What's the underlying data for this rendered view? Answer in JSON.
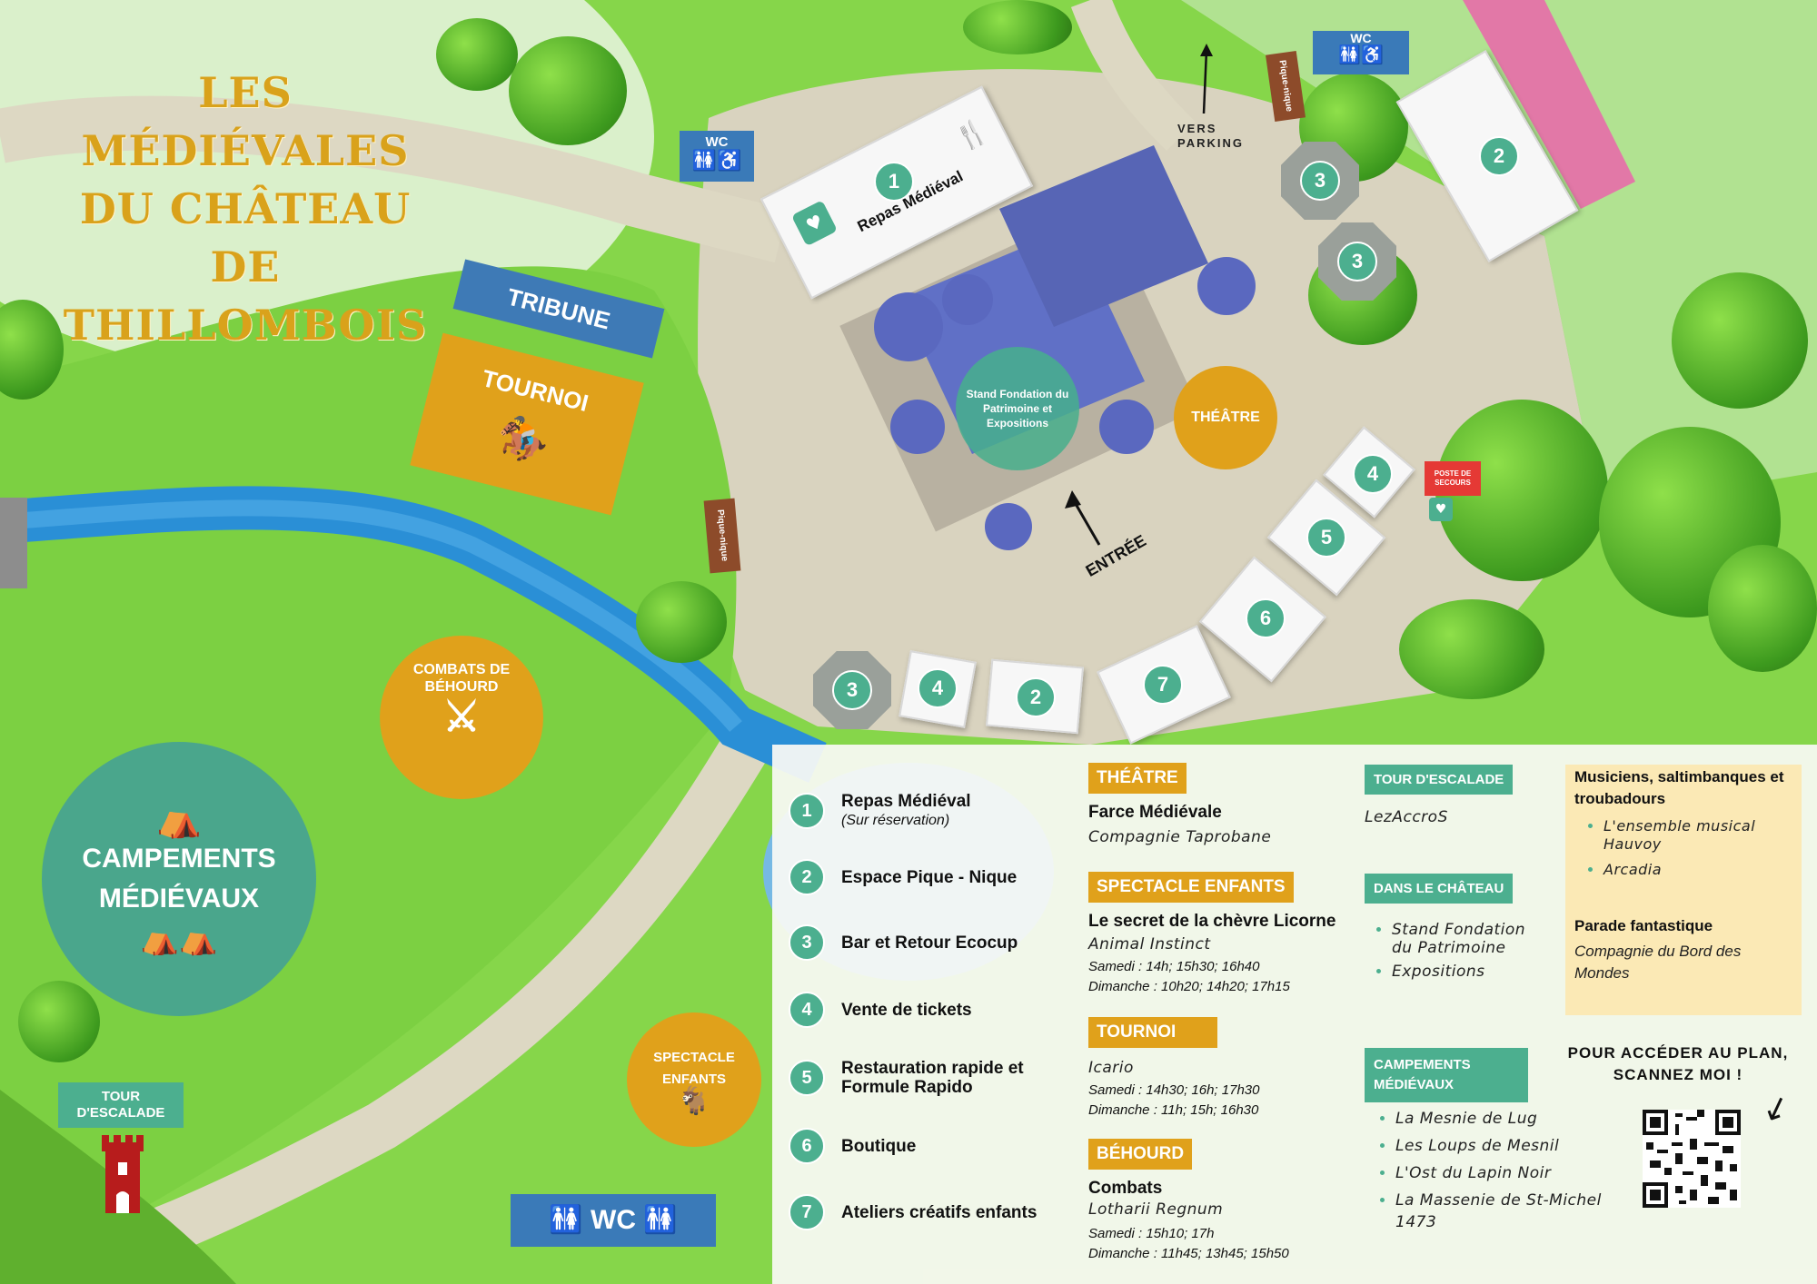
{
  "title": {
    "line1": "LES MÉDIÉVALES",
    "line2": "DU CHÂTEAU",
    "line3": "DE THILLOMBOIS"
  },
  "map_labels": {
    "tribune": "TRIBUNE",
    "tournoi": "TOURNOI",
    "vers_parking": "VERS\nPARKING",
    "wc": "WC",
    "pique_nique": "Pique-nique",
    "repas_medieval": "Repas Médiéval",
    "stand_fondation": "Stand Fondation du Patrimoine et Expositions",
    "theatre": "THÉÂTRE",
    "entree": "ENTRÉE",
    "poste_secours": "POSTE DE SECOURS",
    "combats_behourd": "COMBATS DE BÉHOURD",
    "campements": "CAMPEMENTS MÉDIÉVAUX",
    "spectacle_enfants": "SPECTACLE ENFANTS",
    "tour_escalade": "TOUR D'ESCALADE"
  },
  "map_numbers": [
    "1",
    "2",
    "3",
    "3",
    "3",
    "4",
    "4",
    "5",
    "6",
    "7",
    "2"
  ],
  "legend": {
    "items": [
      {
        "num": "1",
        "label": "Repas Médiéval",
        "sub": "(Sur réservation)"
      },
      {
        "num": "2",
        "label": "Espace Pique - Nique",
        "sub": ""
      },
      {
        "num": "3",
        "label": "Bar et Retour Ecocup",
        "sub": ""
      },
      {
        "num": "4",
        "label": "Vente de tickets",
        "sub": ""
      },
      {
        "num": "5",
        "label": "Restauration rapide et Formule Rapido",
        "sub": ""
      },
      {
        "num": "6",
        "label": "Boutique",
        "sub": ""
      },
      {
        "num": "7",
        "label": "Ateliers créatifs enfants",
        "sub": ""
      }
    ]
  },
  "events": {
    "theatre": {
      "header": "THÉÂTRE",
      "title": "Farce Médiévale",
      "company": "Compagnie Taprobane"
    },
    "spectacle_enfants": {
      "header": "SPECTACLE ENFANTS",
      "title": "Le secret de la chèvre Licorne",
      "company": "Animal Instinct",
      "samedi": "Samedi : 14h; 15h30; 16h40",
      "dimanche": "Dimanche : 10h20; 14h20; 17h15"
    },
    "tournoi": {
      "header": "TOURNOI",
      "company": "Icario",
      "samedi": "Samedi : 14h30; 16h; 17h30",
      "dimanche": "Dimanche : 11h; 15h; 16h30"
    },
    "behourd": {
      "header": "BÉHOURD",
      "title": "Combats",
      "company": "Lotharii Regnum",
      "samedi": "Samedi : 15h10; 17h",
      "dimanche": "Dimanche : 11h45; 13h45; 15h50"
    }
  },
  "right_col": {
    "tour_escalade": {
      "header": "TOUR D'ESCALADE",
      "value": "LezAccroS"
    },
    "dans_chateau": {
      "header": "DANS LE CHÂTEAU",
      "items": [
        "Stand Fondation du Patrimoine",
        "Expositions"
      ]
    },
    "campements": {
      "header": "CAMPEMENTS MÉDIÉVAUX",
      "items": [
        "La Mesnie de Lug",
        "Les Loups de Mesnil",
        "L'Ost du Lapin Noir",
        "La Massenie de St-Michel 1473"
      ]
    }
  },
  "musiciens": {
    "title": "Musiciens, saltimbanques et troubadours",
    "items": [
      "L'ensemble musical Hauvoy",
      "Arcadia"
    ],
    "parade_title": "Parade fantastique",
    "parade_company": "Compagnie du Bord des Mondes"
  },
  "qr": {
    "text": "POUR ACCÉDER AU PLAN, SCANNEZ MOI !"
  },
  "colors": {
    "orange": "#e0a11b",
    "teal": "#4caf8f",
    "blue": "#3a7ab8",
    "river": "#2a8fd6",
    "gold_title": "#d9a21b"
  }
}
